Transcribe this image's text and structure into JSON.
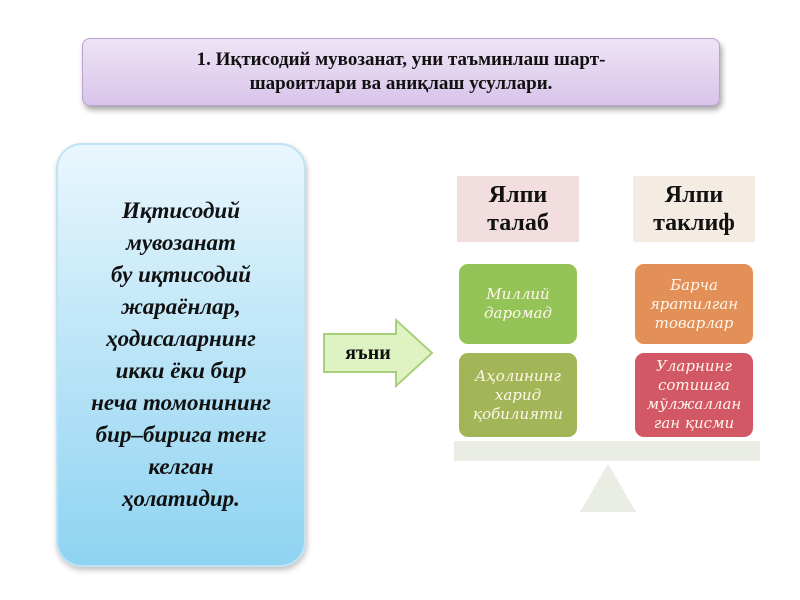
{
  "title": "1. Иқтисодий мувозанат, уни таъминлаш шарт-\nшароитлари ва аниқлаш усуллари.",
  "definition": "Иқтисодий\nмувозанат\nбу иқтисодий\nжараёнлар,\nҳодисаларнинг\nикки ёки бир\nнеча томонининг\nбир–бирига тенг\nкелган\nҳолатидир.",
  "arrow_label": "яъни",
  "demand": {
    "header": "Ялпи\nталаб",
    "items": [
      "Миллий\nдаромад",
      "Аҳолининг\nхарид\nқобилияти"
    ]
  },
  "supply": {
    "header": "Ялпи\nтаклиф",
    "items": [
      "Барча\nяратилган\nтоварлар",
      "Уларнинг\nсотишга\nмўлжаллан\nган қисми"
    ]
  },
  "colors": {
    "title_bg": "#d8c4ea",
    "definition_bg": "#8fd3f1",
    "arrow_fill": "#d9f0b8",
    "demand_item_1": "#8cc04a",
    "demand_item_2": "#9bb04a",
    "supply_item_1": "#e0864a",
    "supply_item_2": "#d04a5a"
  }
}
